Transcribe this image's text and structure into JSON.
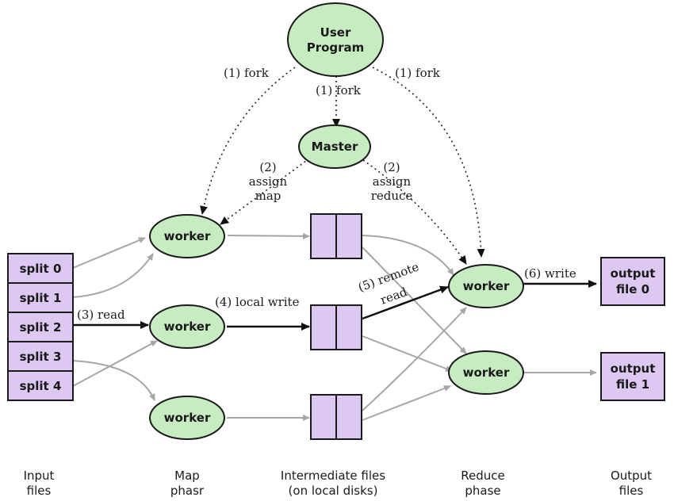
{
  "nodes": {
    "user_program": [
      "User",
      "Program"
    ],
    "master": "Master",
    "map_workers": [
      "worker",
      "worker",
      "worker"
    ],
    "reduce_workers": [
      "worker",
      "worker"
    ]
  },
  "input_splits": [
    "split 0",
    "split 1",
    "split 2",
    "split 3",
    "split 4"
  ],
  "output_files": [
    [
      "output",
      "file 0"
    ],
    [
      "output",
      "file 1"
    ]
  ],
  "edge_labels": {
    "fork_left": "(1) fork",
    "fork_center": "(1) fork",
    "fork_right": "(1) fork",
    "assign_map": [
      "(2)",
      "assign",
      "map"
    ],
    "assign_reduce": [
      "(2)",
      "assign",
      "reduce"
    ],
    "read": "(3) read",
    "local_write": "(4) local write",
    "remote_read": [
      "(5) remote",
      "read"
    ],
    "write": "(6) write"
  },
  "footer_labels": {
    "input_files": [
      "Input",
      "files"
    ],
    "map_phase": [
      "Map",
      "phasr"
    ],
    "intermediate_files": [
      "Intermediate files",
      "(on local disks)"
    ],
    "reduce_phase": [
      "Reduce",
      "phase"
    ],
    "output_files": [
      "Output",
      "files"
    ]
  },
  "colors": {
    "node_fill": "#c8ecc2",
    "box_fill": "#dcc8f0",
    "gray_edge": "#a6a6a6",
    "dark_edge": "#111111"
  }
}
